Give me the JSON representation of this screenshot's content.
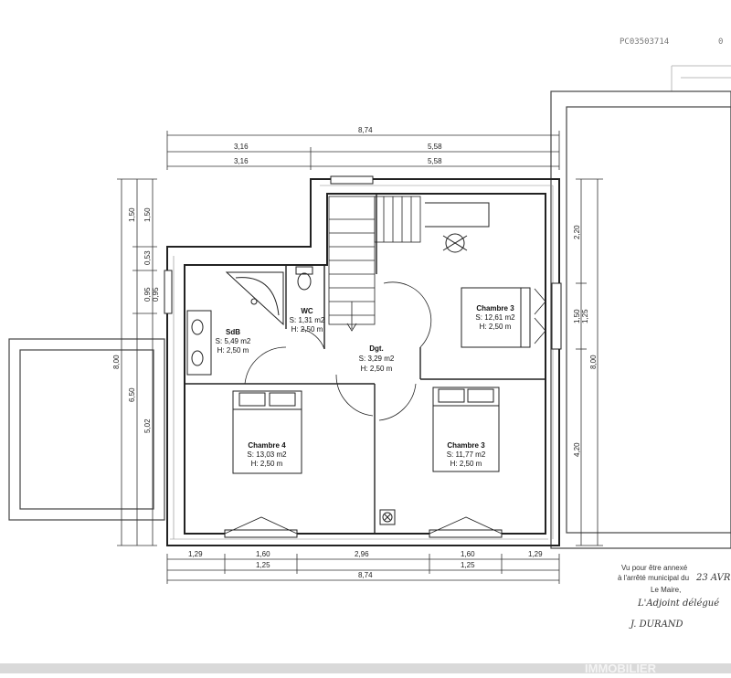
{
  "document_ref": "PC03503714",
  "document_ref_suffix": "0",
  "dimensions": {
    "top_total": "8,74",
    "top_left_1": "3,16",
    "top_right_1": "5,58",
    "top_left_2": "3,16",
    "top_right_2": "5,58",
    "bottom_1": [
      "1,29",
      "1,60",
      "2,96",
      "1,60",
      "1,29"
    ],
    "bottom_2": [
      "1,25",
      "1,25"
    ],
    "bottom_total": "8,74",
    "left_outer_total": "8,00",
    "left_a": "1,50",
    "left_b": "0,53",
    "left_c": "0,95",
    "left_d": "6,50",
    "left_e": "1,50",
    "left_f": "0,95",
    "left_g": "5,02",
    "right_a": "2,20",
    "right_b": "1,50",
    "right_c": "1,25",
    "right_d": "4,20",
    "right_total": "8,00"
  },
  "rooms": [
    {
      "name": "SdB",
      "surface": "S: 5,49 m2",
      "height": "H: 2,50 m"
    },
    {
      "name": "WC",
      "surface": "S: 1,31 m2",
      "height": "H: 2,50 m"
    },
    {
      "name": "Dgt.",
      "surface": "S: 3,29 m2",
      "height": "H: 2,50 m"
    },
    {
      "name": "Chambre 3",
      "surface": "S: 12,61 m2",
      "height": "H: 2,50 m"
    },
    {
      "name": "Chambre 4",
      "surface": "S: 13,03 m2",
      "height": "H: 2,50 m"
    },
    {
      "name": "Chambre 3",
      "surface": "S: 11,77 m2",
      "height": "H: 2,50 m"
    }
  ],
  "stamp": {
    "line1": "Vu pour être annexé",
    "line2": "à l'arrêté municipal du",
    "date": "23 AVR",
    "mayor": "Le Maire,",
    "deputy": "L'Adjoint délégué",
    "signature": "J. DURAND"
  },
  "watermark": "IMMOBILIER",
  "colors": {
    "wall": "#222222",
    "line": "#333333",
    "paper": "#ffffff"
  }
}
